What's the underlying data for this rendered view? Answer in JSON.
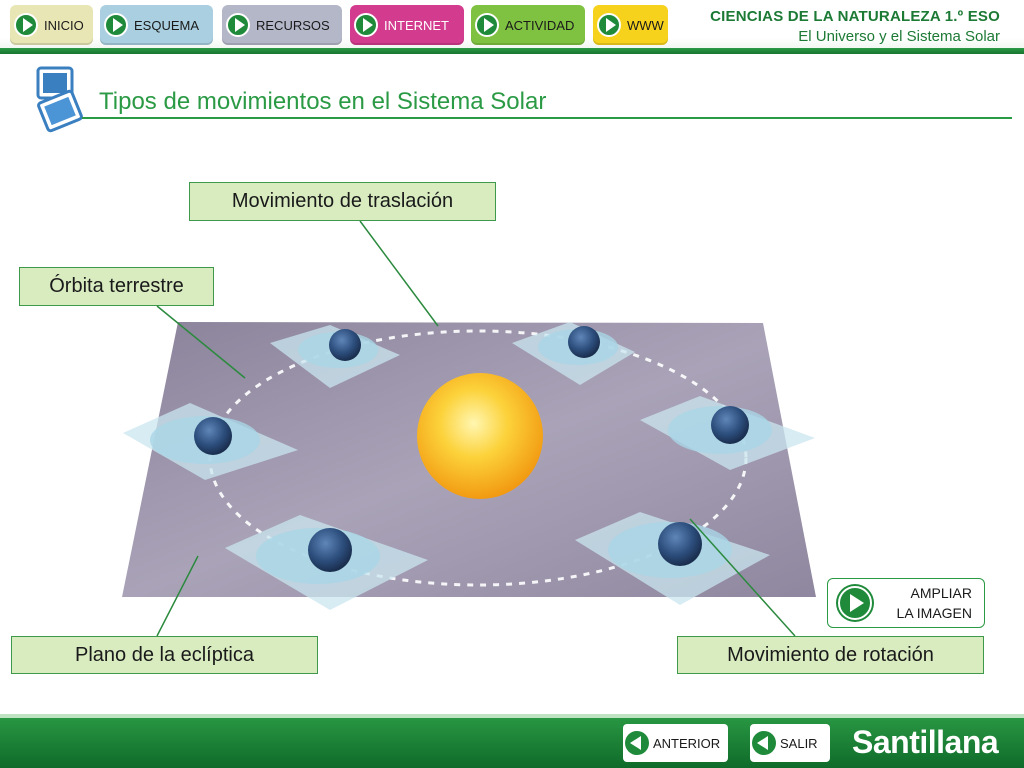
{
  "nav": {
    "items": [
      {
        "label": "INICIO"
      },
      {
        "label": "ESQUEMA"
      },
      {
        "label": "RECURSOS"
      },
      {
        "label": "INTERNET"
      },
      {
        "label": "ACTIVIDAD"
      },
      {
        "label": "WWW"
      }
    ]
  },
  "header": {
    "course": "CIENCIAS DE LA NATURALEZA 1.º ESO",
    "unit": "El Universo y el Sistema Solar"
  },
  "page": {
    "title": "Tipos de movimientos en el Sistema Solar"
  },
  "diagram": {
    "labels": {
      "traslacion": "Movimiento de traslación",
      "orbita": "Órbita terrestre",
      "plano": "Plano de la eclíptica",
      "rotacion": "Movimiento de rotación"
    },
    "ampliar_line1": "AMPLIAR",
    "ampliar_line2": "LA IMAGEN"
  },
  "footer": {
    "anterior": "ANTERIOR",
    "salir": "SALIR",
    "brand": "Santillana"
  },
  "colors": {
    "brand_green": "#2b9a45",
    "label_bg": "#d8ecc0",
    "plane": "#9f97ad",
    "sun": "#f7b51f"
  }
}
